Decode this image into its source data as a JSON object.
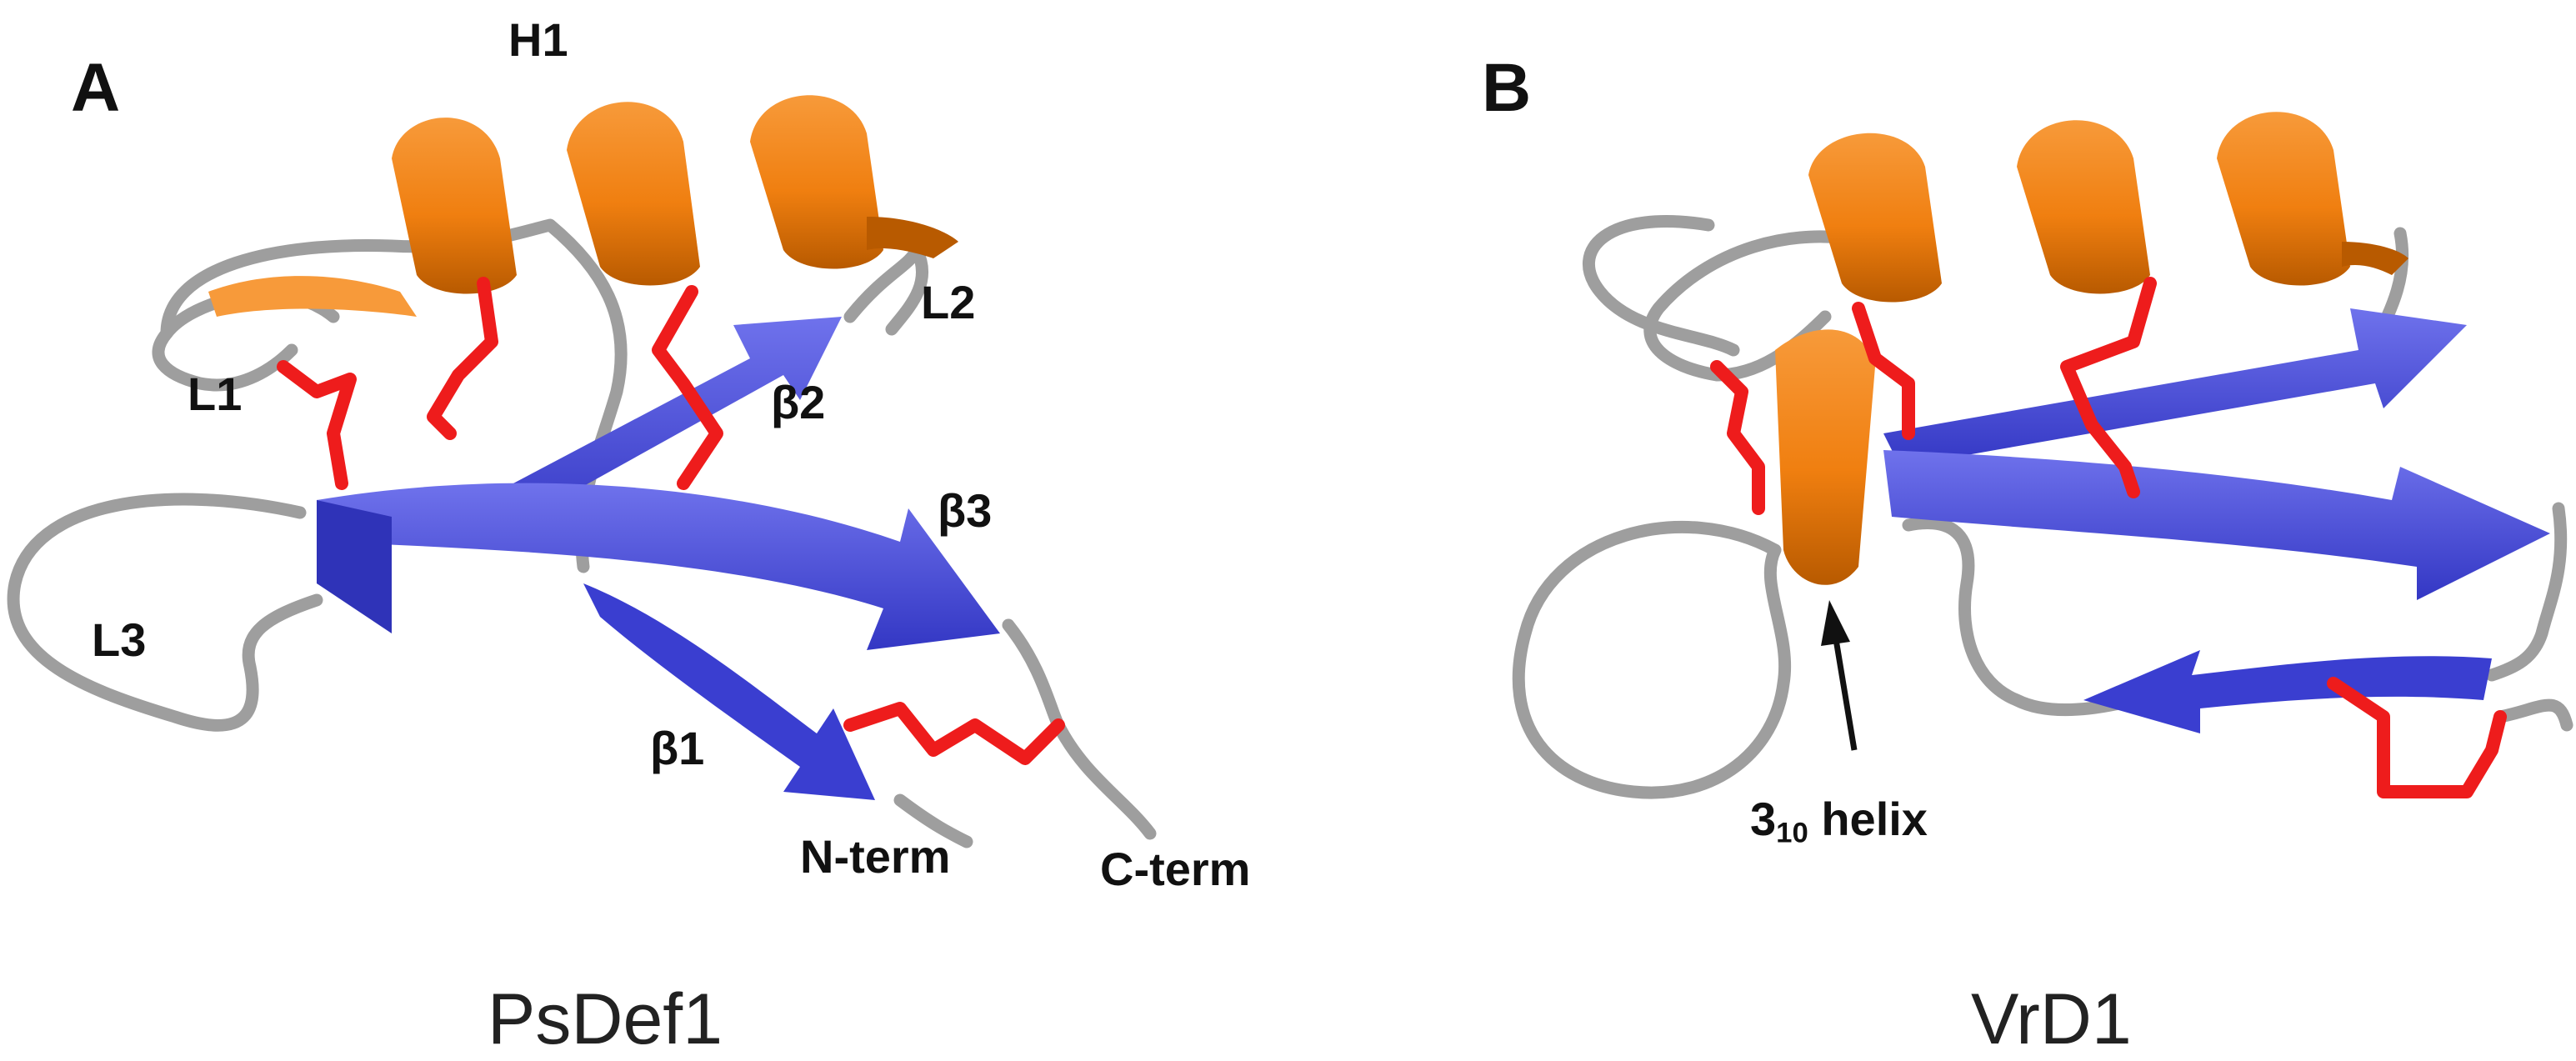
{
  "colors": {
    "helix": "#f07f10",
    "helix_shade": "#b85a00",
    "strand": "#4a4ee0",
    "strand_shade": "#2f33b8",
    "loop": "#9e9e9e",
    "disulfide": "#ee1c1c"
  },
  "panel_a": {
    "letter": "A",
    "name": "PsDef1",
    "labels": {
      "h1": "H1",
      "l1": "L1",
      "l2": "L2",
      "l3": "L3",
      "b1": "β1",
      "b2": "β2",
      "b3": "β3",
      "n_term": "N-term",
      "c_term": "C-term"
    }
  },
  "panel_b": {
    "letter": "B",
    "name": "VrD1",
    "helix_label_main": "3",
    "helix_label_sub": "10",
    "helix_label_rest": " helix"
  }
}
